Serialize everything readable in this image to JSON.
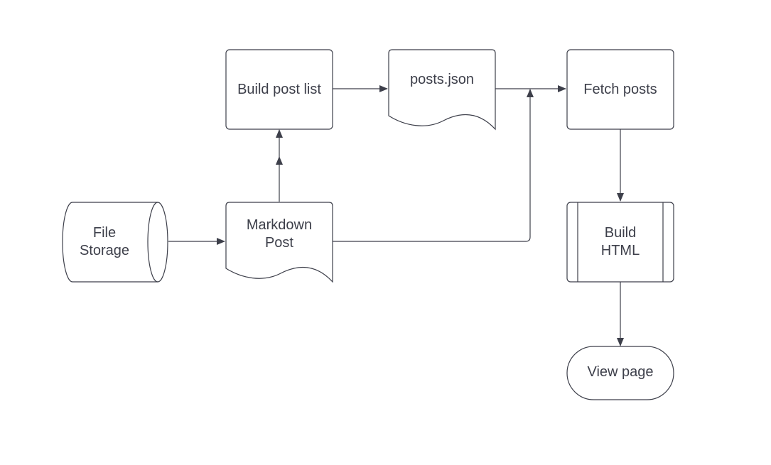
{
  "diagram": {
    "nodes": {
      "file_storage": {
        "label": "File\nStorage",
        "shape": "cylinder"
      },
      "markdown_post": {
        "label": "Markdown\nPost",
        "shape": "document"
      },
      "build_post_list": {
        "label": "Build post list",
        "shape": "process"
      },
      "posts_json": {
        "label": "posts.json",
        "shape": "document"
      },
      "fetch_posts": {
        "label": "Fetch posts",
        "shape": "process"
      },
      "build_html": {
        "label": "Build\nHTML",
        "shape": "predefined-process"
      },
      "view_page": {
        "label": "View page",
        "shape": "terminator"
      }
    },
    "edges": [
      {
        "from": "file_storage",
        "to": "markdown_post"
      },
      {
        "from": "markdown_post",
        "to": "build_post_list"
      },
      {
        "from": "build_post_list",
        "to": "posts_json"
      },
      {
        "from": "posts_json",
        "to": "fetch_posts"
      },
      {
        "from": "markdown_post",
        "to": "fetch_posts"
      },
      {
        "from": "fetch_posts",
        "to": "build_html"
      },
      {
        "from": "build_html",
        "to": "view_page"
      }
    ],
    "colors": {
      "stroke": "#3d3f4a",
      "text": "#3d3f4a",
      "fill": "#ffffff",
      "background": "#ffffff"
    }
  }
}
